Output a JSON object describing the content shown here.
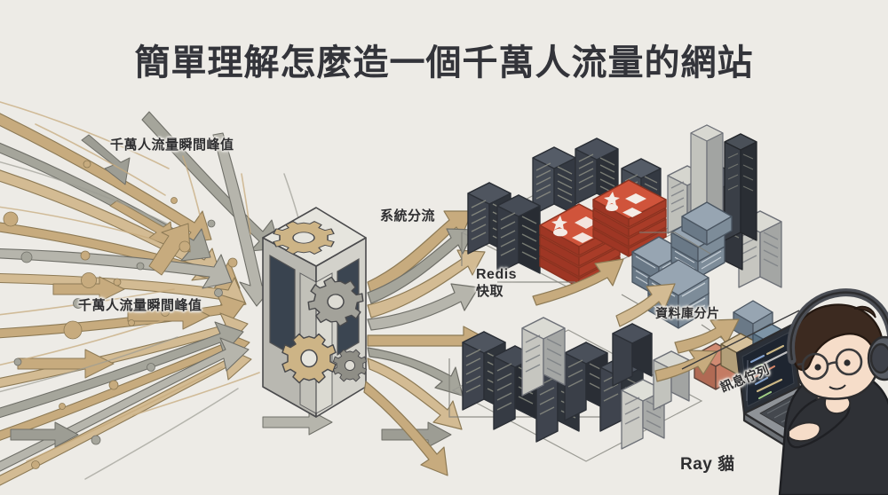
{
  "page": {
    "title": "簡單理解怎麼造一個千萬人流量的網站",
    "background_color": "#edebe6",
    "ink_color": "#2e2e30"
  },
  "labels": {
    "peak_traffic_top": "千萬人流量瞬間峰值",
    "peak_traffic_mid": "千萬人流量瞬間峰值",
    "system_dispatch": "系統分流",
    "redis_name": "Redis",
    "redis_role": "快取",
    "db_shard": "資料庫分片",
    "message_queue": "訊息佇列",
    "author": "Ray 貓"
  },
  "diagram": {
    "type": "architecture-flow",
    "flow_direction": "left-to-right",
    "stages": [
      {
        "id": "traffic-burst",
        "label": "千萬人流量瞬間峰值",
        "icon": "converging-arrows"
      },
      {
        "id": "load-balancer",
        "label": "系統分流",
        "icon": "gear-box"
      },
      {
        "id": "server-farm-top",
        "label": "",
        "icon": "server-rack-cluster"
      },
      {
        "id": "redis-cache",
        "label": "Redis 快取",
        "icon": "redis-stack"
      },
      {
        "id": "db-shards",
        "label": "資料庫分片",
        "icon": "database-cubes"
      },
      {
        "id": "server-farm-bottom",
        "label": "",
        "icon": "server-rack-cluster"
      },
      {
        "id": "message-queue",
        "label": "訊息佇列",
        "icon": "queue-cubes"
      },
      {
        "id": "author",
        "label": "Ray 貓",
        "icon": "person-laptop"
      }
    ],
    "palette": {
      "background": "#edebe6",
      "arrow_tan": "#c7ab7e",
      "arrow_tan_light": "#dcc69c",
      "arrow_gray": "#9d9d94",
      "arrow_gray_light": "#bdbcb3",
      "rack_dark": "#3b4049",
      "rack_darker": "#2c3037",
      "rack_light": "#c9c9c4",
      "rack_mid": "#8e9298",
      "redis_red": "#c94a33",
      "redis_red_dark": "#a83a26",
      "db_blue": "#7d8d9c",
      "db_blue_dark": "#5d6c7b",
      "queue_red": "#c97a64",
      "queue_tan": "#cbb692",
      "queue_blue": "#6e8394",
      "outline": "#3a3a3c",
      "skin": "#f6ddc9",
      "hair": "#3c2a20",
      "shirt": "#2f3136",
      "laptop_screen": "#1e2530"
    },
    "counts": {
      "redis_stacks": 2,
      "db_shard_cubes": 5,
      "queue_cubes": 3
    }
  }
}
